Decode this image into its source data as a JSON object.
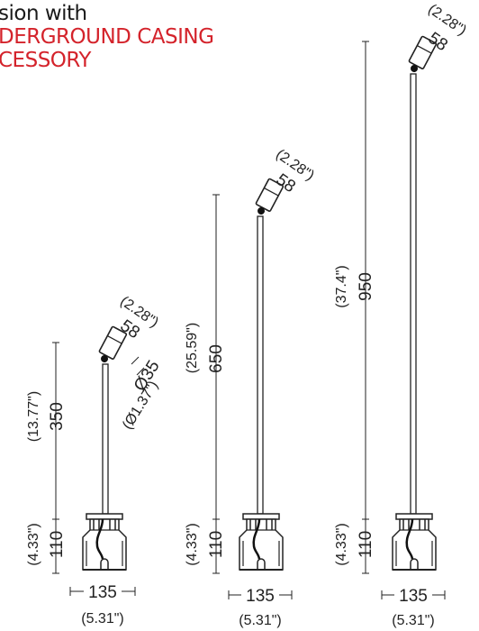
{
  "heading": {
    "line1": "sion with",
    "line2": "DERGROUND CASING",
    "line3": "CESSORY",
    "text_color": "#1a1a1a",
    "accent_color": "#d4232b"
  },
  "variants": [
    {
      "pole_height": "350",
      "pole_height_in": "(13.77\")",
      "head_size": "58",
      "head_size_in": "(2.28\")",
      "pole_diameter": "Ø35",
      "pole_diameter_in": "(Ø1.37\")",
      "casing_height": "110",
      "casing_height_in": "(4.33\")",
      "base_width": "135",
      "base_width_in": "(5.31\")"
    },
    {
      "pole_height": "650",
      "pole_height_in": "(25.59\")",
      "head_size": "58",
      "head_size_in": "(2.28\")",
      "casing_height": "110",
      "casing_height_in": "(4.33\")",
      "base_width": "135",
      "base_width_in": "(5.31\")"
    },
    {
      "pole_height": "950",
      "pole_height_in": "(37.4\")",
      "head_size": "58",
      "head_size_in": "(2.28\")",
      "casing_height": "110",
      "casing_height_in": "(4.33\")",
      "base_width": "135",
      "base_width_in": "(5.31\")"
    }
  ]
}
